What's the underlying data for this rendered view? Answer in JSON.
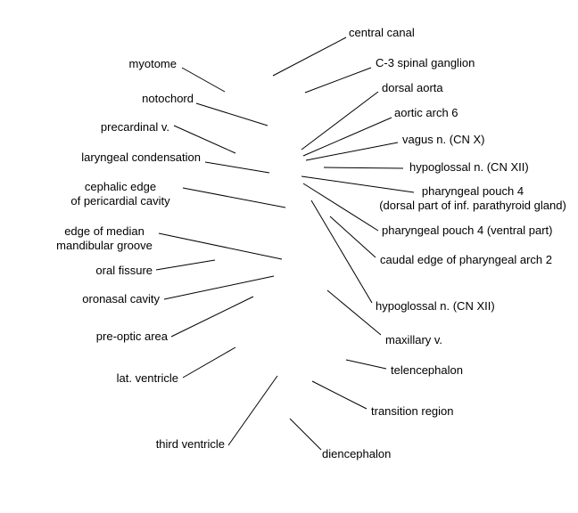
{
  "labels": {
    "central_canal": "central canal",
    "c3_spinal_ganglion": "C-3 spinal ganglion",
    "myotome": "myotome",
    "dorsal_aorta": "dorsal aorta",
    "notochord": "notochord",
    "aortic_arch_6": "aortic arch 6",
    "precardinal_v": "precardinal v.",
    "vagus_n": "vagus n. (CN X)",
    "laryngeal_condensation": "laryngeal condensation",
    "hypoglossal_n_upper": "hypoglossal n. (CN XII)",
    "cephalic_edge_line1": "cephalic edge",
    "cephalic_edge_line2": "of pericardial cavity",
    "pharyngeal_pouch4_line1": "pharyngeal pouch 4",
    "pharyngeal_pouch4_line2": "(dorsal part of inf. parathyroid gland)",
    "median_mandibular_line1": "edge of median",
    "median_mandibular_line2": "mandibular groove",
    "pharyngeal_pouch4_ventral": "pharyngeal pouch 4 (ventral part)",
    "caudal_edge_arch2": "caudal edge of pharyngeal arch 2",
    "oral_fissure": "oral fissure",
    "oronasal_cavity": "oronasal cavity",
    "hypoglossal_n_lower": "hypoglossal n. (CN XII)",
    "pre_optic_area": "pre-optic area",
    "maxillary_v": "maxillary v.",
    "telencephalon": "telencephalon",
    "lat_ventricle": "lat. ventricle",
    "transition_region": "transition region",
    "third_ventricle": "third ventricle",
    "diencephalon": "diencephalon"
  }
}
